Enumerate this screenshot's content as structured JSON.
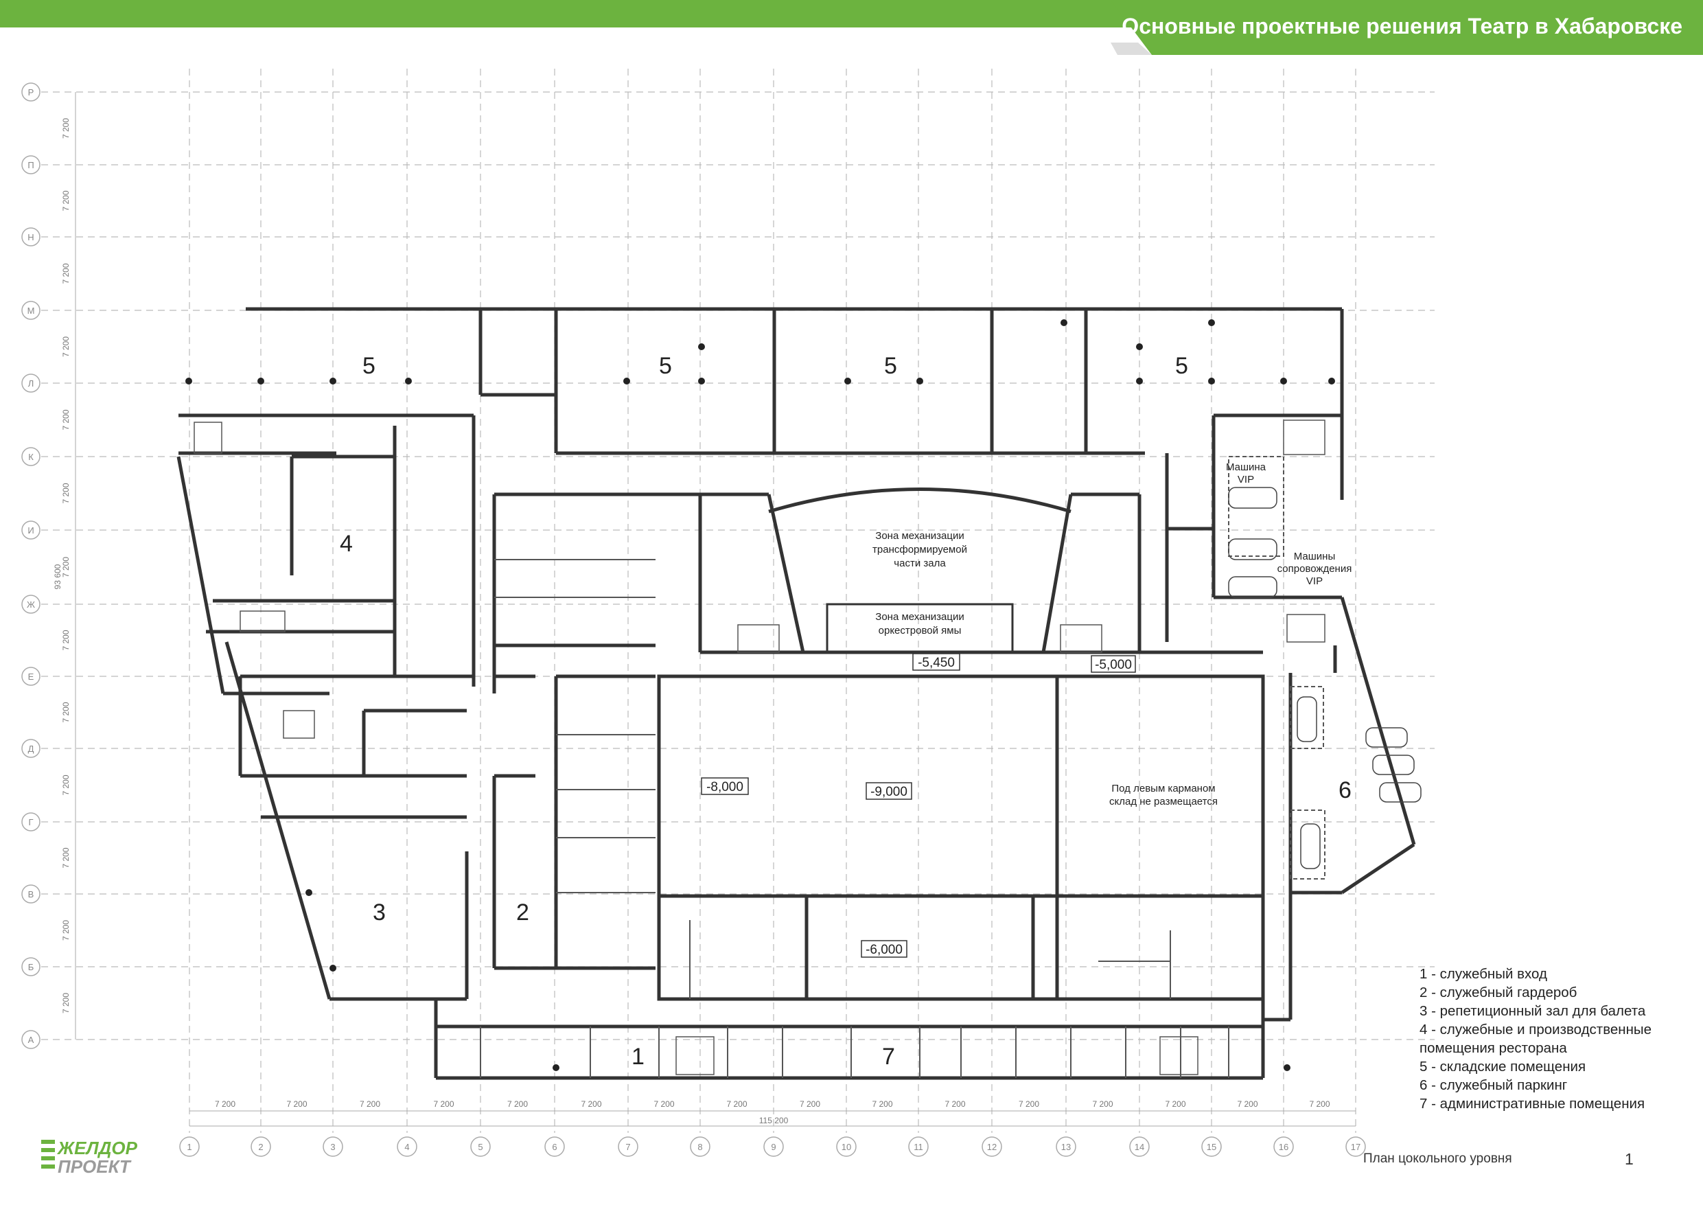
{
  "header": {
    "title": "Основные проектные решения Театр в Хабаровске",
    "accent_color": "#6cb33f"
  },
  "rows": [
    "Р",
    "П",
    "Н",
    "М",
    "Л",
    "К",
    "И",
    "Ж",
    "Е",
    "Д",
    "Г",
    "В",
    "Б",
    "А"
  ],
  "row_dim": "7 200",
  "extra_dim": "93 600",
  "columns": [
    "1",
    "2",
    "3",
    "4",
    "5",
    "6",
    "7",
    "8",
    "9",
    "10",
    "11",
    "12",
    "13",
    "14",
    "15",
    "16",
    "17"
  ],
  "col_dim": "7 200",
  "total_dim": "115 200",
  "rooms": [
    {
      "num": "5"
    },
    {
      "num": "5"
    },
    {
      "num": "5"
    },
    {
      "num": "5"
    },
    {
      "num": "4"
    },
    {
      "num": "3"
    },
    {
      "num": "2"
    },
    {
      "num": "1"
    },
    {
      "num": "7"
    },
    {
      "num": "6"
    }
  ],
  "labels": {
    "mech_hall": [
      "Зона механизации",
      "трансформируемой",
      "части зала"
    ],
    "mech_pit": [
      "Зона механизации",
      "оркестровой ямы"
    ],
    "vip": [
      "Машина",
      "VIP"
    ],
    "escort": [
      "Машины",
      "сопровождения",
      "VIP"
    ],
    "left_pocket": [
      "Под левым карманом",
      "склад не размещается"
    ]
  },
  "levels": [
    "-5,450",
    "-5,000",
    "-8,000",
    "-9,000",
    "-6,000"
  ],
  "legend": [
    "1 - служебный вход",
    "2 - служебный гардероб",
    "3 - репетиционный зал для балета",
    "4 - служебные и производственные",
    "помещения ресторана",
    "5 - складские помещения",
    "6 - служебный паркинг",
    "7 - административные помещения"
  ],
  "caption": "План цокольного уровня",
  "sheet_number": "1",
  "logo": [
    "ЖЕЛДОР",
    "ПРОЕКТ"
  ]
}
